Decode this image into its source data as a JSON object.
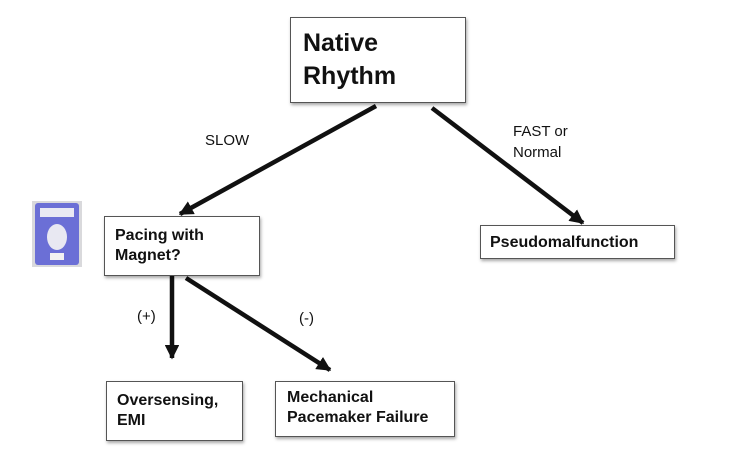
{
  "nodes": {
    "native": {
      "line1": "Native",
      "line2": "Rhythm"
    },
    "pacing": {
      "line1": "Pacing with",
      "line2": "Magnet?"
    },
    "pseudo": {
      "label": "Pseudomalfunction"
    },
    "oversensing": {
      "line1": "Oversensing,",
      "line2": "EMI"
    },
    "mechanical": {
      "line1": "Mechanical",
      "line2": "Pacemaker Failure"
    }
  },
  "edges": {
    "slow": "SLOW",
    "fast_line1": "FAST or",
    "fast_line2": "Normal",
    "positive": "(+)",
    "negative": "(-)"
  },
  "colors": {
    "arrow": "#111111",
    "box_border": "#555555",
    "magnet": "#6b6fd6"
  }
}
